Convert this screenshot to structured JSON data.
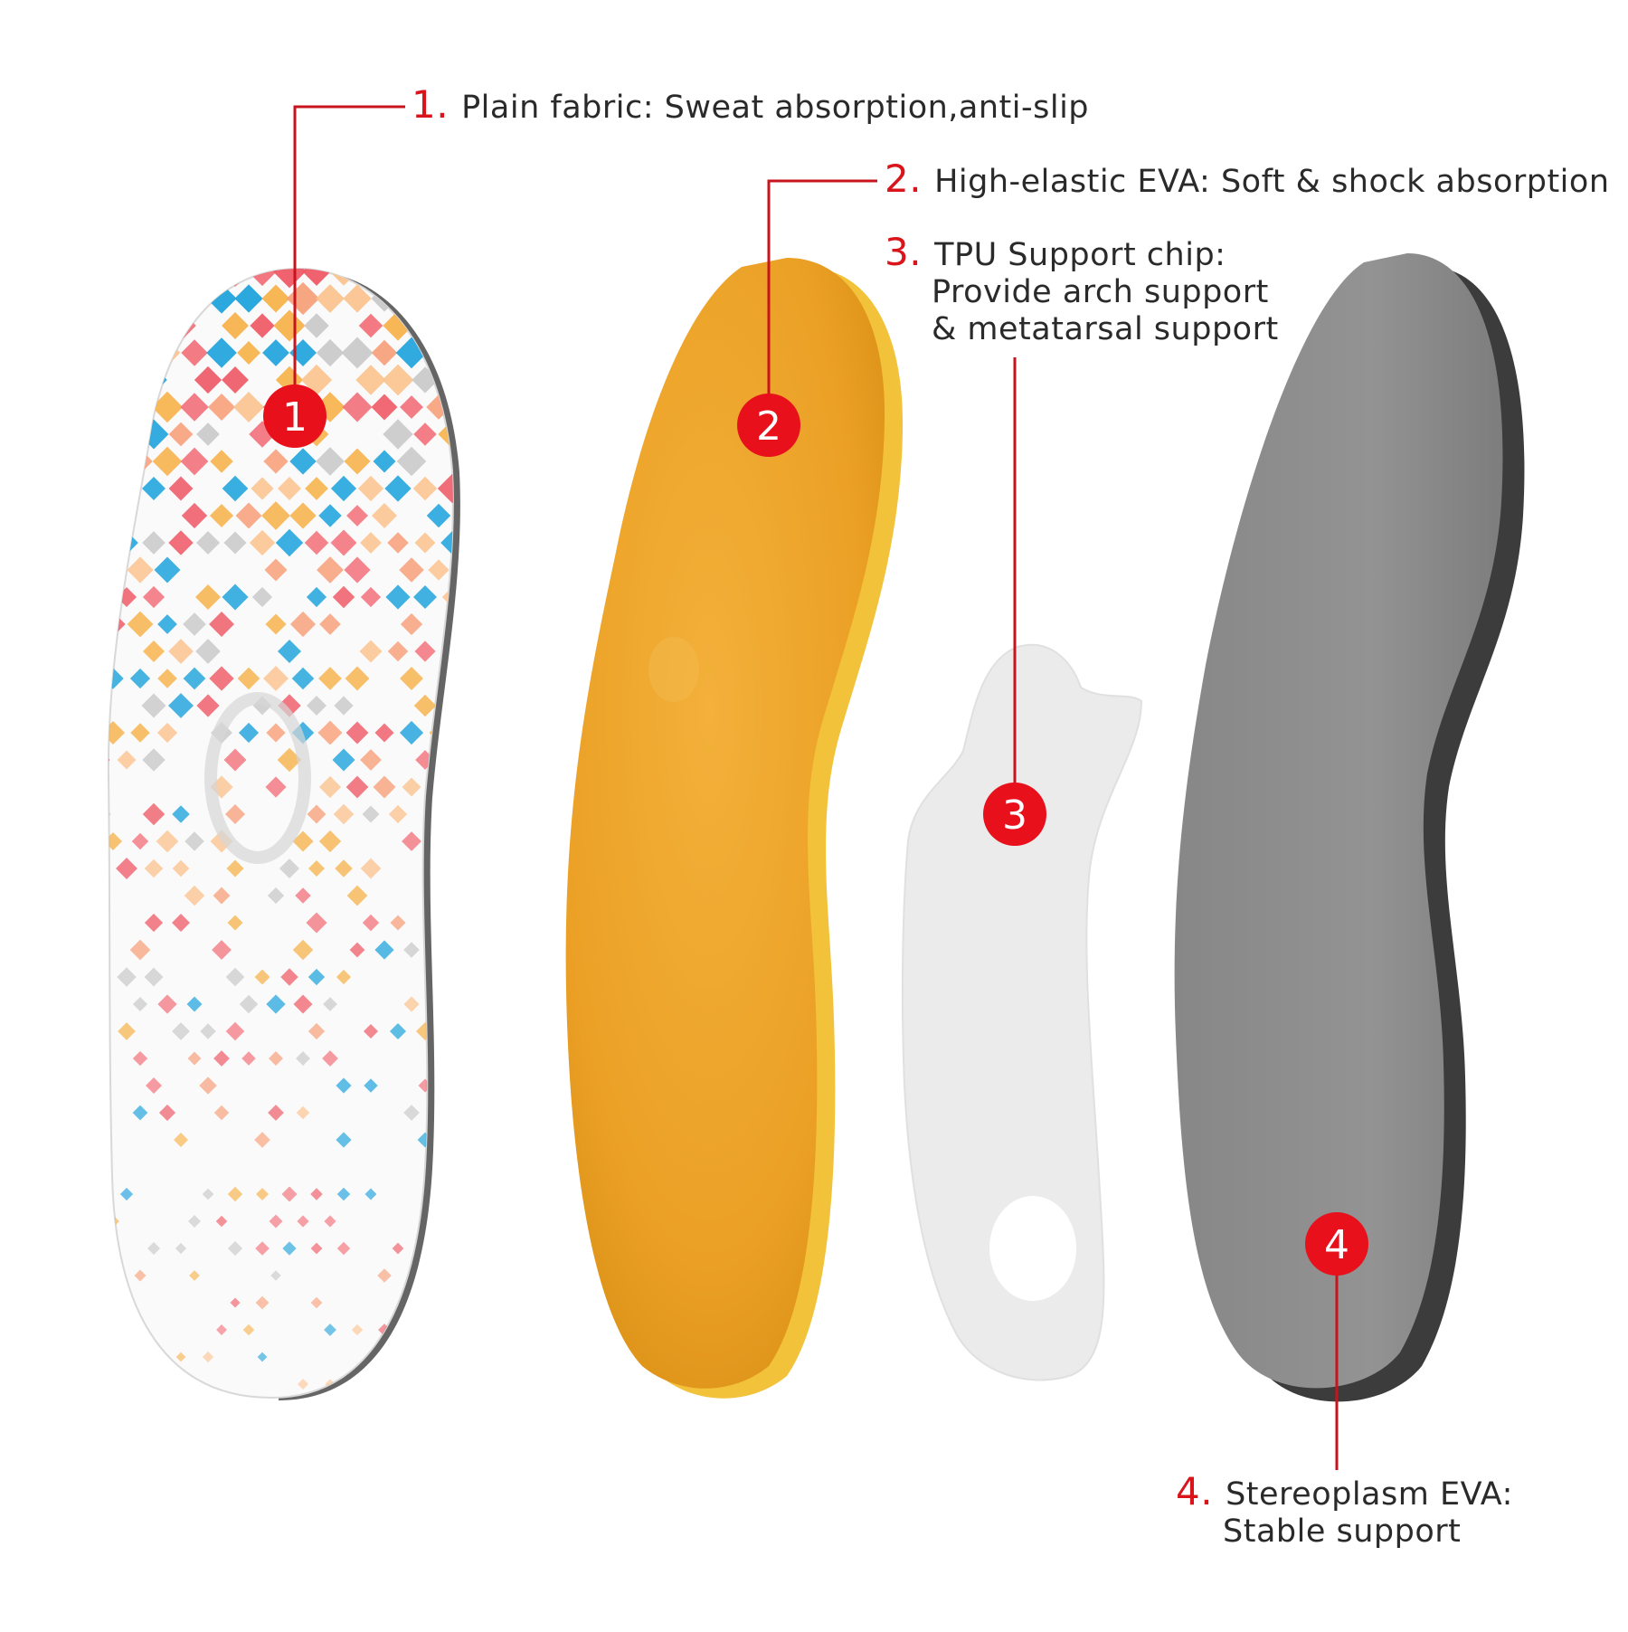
{
  "colors": {
    "accent_red": "#e8101a",
    "line_red": "#c8141c",
    "fabric_white": "#fbfafa",
    "eva_orange": "#eea42a",
    "tpu_white": "#ececec",
    "base_gray": "#8c8c8c"
  },
  "layers": [
    {
      "number": "1.",
      "badge": "1",
      "lines": [
        "Plain fabric: Sweat absorption,anti-slip"
      ]
    },
    {
      "number": "2.",
      "badge": "2",
      "lines": [
        "High-elastic EVA: Soft & shock absorption"
      ]
    },
    {
      "number": "3.",
      "badge": "3",
      "lines": [
        "TPU Support chip:",
        "Provide arch support",
        "& metatarsal support"
      ]
    },
    {
      "number": "4.",
      "badge": "4",
      "lines": [
        "Stereoplasm EVA:",
        "Stable support"
      ]
    }
  ]
}
